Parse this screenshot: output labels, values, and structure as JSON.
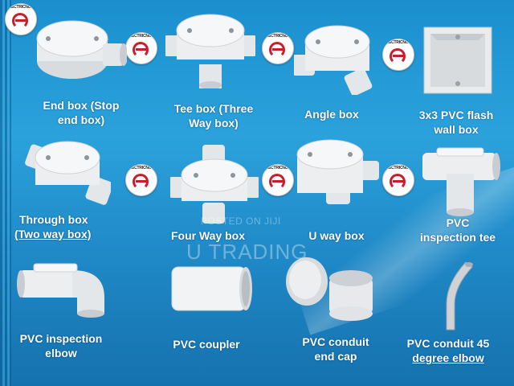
{
  "captions": {
    "end_box": [
      "End box (Stop",
      "end box)"
    ],
    "tee_box": [
      "Tee box (Three",
      "Way box)"
    ],
    "angle_box": [
      "Angle box"
    ],
    "wall_box": [
      "3x3  PVC flash",
      "wall box"
    ],
    "through_box": [
      "Through box",
      "(Two way box)"
    ],
    "four_way": [
      "Four Way box"
    ],
    "u_way": [
      "U way box"
    ],
    "inspection_tee": [
      "PVC",
      "inspection tee"
    ],
    "inspection_elbow": [
      "PVC inspection",
      "elbow"
    ],
    "coupler": [
      "PVC coupler"
    ],
    "end_cap": [
      "PVC  conduit",
      "end cap"
    ],
    "elbow_45": [
      "PVC  conduit 45",
      "degree elbow"
    ]
  },
  "watermark": {
    "line1": "POSTED ON JIJI",
    "line2": "U TRADING"
  },
  "logo_text": "ELECTRICNOLOGY",
  "colors": {
    "background": "#1e8fd0",
    "text": "#ffffff",
    "logo_red": "#c81e2a",
    "product": "#eef0f2"
  }
}
